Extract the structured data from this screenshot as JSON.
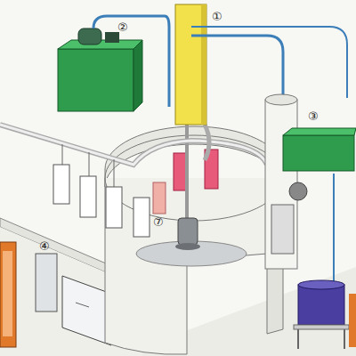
{
  "diagram": {
    "labels": [
      "①",
      "②",
      "③",
      "④",
      "⑦"
    ]
  }
}
